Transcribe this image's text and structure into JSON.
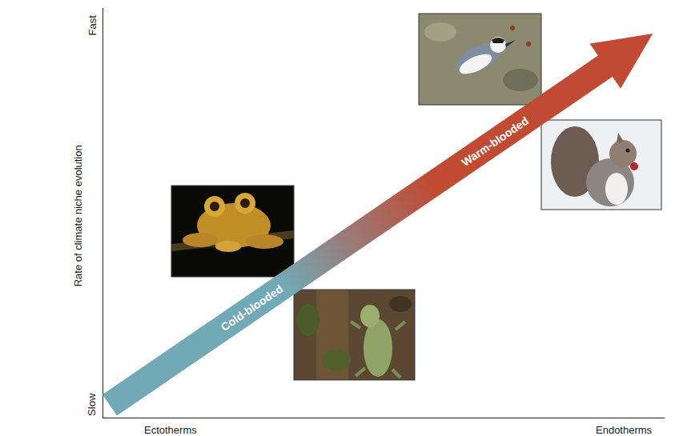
{
  "diagram": {
    "nodes": [
      {
        "text": [
          "Cold-blooded",
          "Warm-blooded"
        ]
      }
    ],
    "labels": [
      "Fast",
      "Slow",
      "Rate of climate niche evolution",
      "Ectotherms",
      "Endotherms"
    ]
  }
}
